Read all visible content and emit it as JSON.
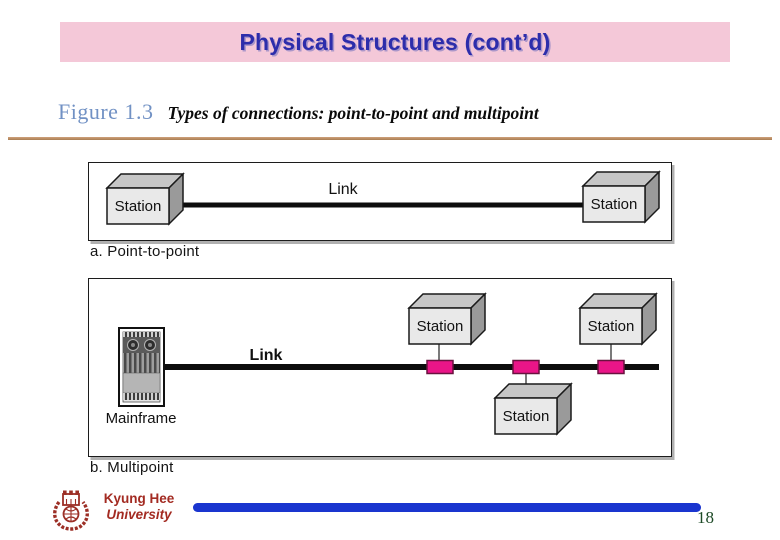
{
  "slide": {
    "title": "Physical Structures (cont’d)",
    "figure_label": "Figure 1.3",
    "figure_caption": "Types of connections: point-to-point and multipoint",
    "page_number": "18"
  },
  "diagram_a": {
    "caption": "a. Point-to-point",
    "link_label": "Link",
    "station_left": "Station",
    "station_right": "Station"
  },
  "diagram_b": {
    "caption": "b. Multipoint",
    "link_label": "Link",
    "mainframe_label": "Mainframe",
    "station_top_left": "Station",
    "station_top_right": "Station",
    "station_bottom": "Station"
  },
  "footer": {
    "org_line1": "Kyung Hee",
    "org_line2": "University"
  },
  "colors": {
    "title_bar_bg": "#f4c8d8",
    "title_text": "#2d2dab",
    "figure_label": "#7191c4",
    "divider": "#a97d52",
    "tap": "#ea1588",
    "station_front": "#e9e9e9",
    "station_top": "#c6c6c6",
    "station_side": "#9a9a9a",
    "footer_bar": "#1a35cf",
    "org_text": "#a32b22",
    "page_number": "#1d4a26"
  }
}
